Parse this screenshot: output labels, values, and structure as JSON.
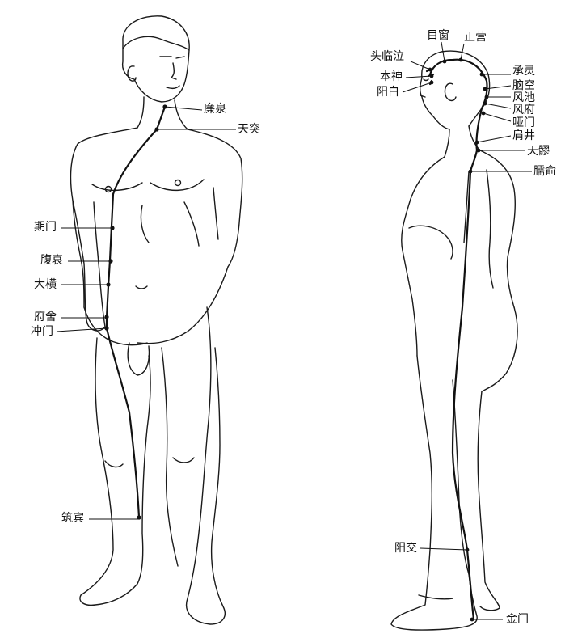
{
  "figure": {
    "background": "#ffffff",
    "ink_color": "#1a1a1a",
    "meridian_color": "#111111"
  },
  "front_figure": {
    "points": [
      {
        "id": "lianquan",
        "name": "廉泉"
      },
      {
        "id": "tiantu",
        "name": "天突"
      },
      {
        "id": "qimen",
        "name": "期门"
      },
      {
        "id": "fuai",
        "name": "腹哀"
      },
      {
        "id": "daheng",
        "name": "大横"
      },
      {
        "id": "fushe",
        "name": "府舍"
      },
      {
        "id": "chongmen",
        "name": "冲门"
      },
      {
        "id": "zhubin",
        "name": "筑宾"
      }
    ]
  },
  "side_figure": {
    "points": [
      {
        "id": "muchuang",
        "name": "目窗"
      },
      {
        "id": "zhengying",
        "name": "正营"
      },
      {
        "id": "toulinqi",
        "name": "头临泣"
      },
      {
        "id": "benshen",
        "name": "本神"
      },
      {
        "id": "yangbai",
        "name": "阳白"
      },
      {
        "id": "chengling",
        "name": "承灵"
      },
      {
        "id": "naokong",
        "name": "脑空"
      },
      {
        "id": "fengchi",
        "name": "风池"
      },
      {
        "id": "fengfu",
        "name": "风府"
      },
      {
        "id": "yamen",
        "name": "哑门"
      },
      {
        "id": "jianjing",
        "name": "肩井"
      },
      {
        "id": "tianliao",
        "name": "天髎"
      },
      {
        "id": "naoshu",
        "name": "臑俞"
      },
      {
        "id": "yangjiao",
        "name": "阳交"
      },
      {
        "id": "jinmen",
        "name": "金门"
      }
    ]
  }
}
